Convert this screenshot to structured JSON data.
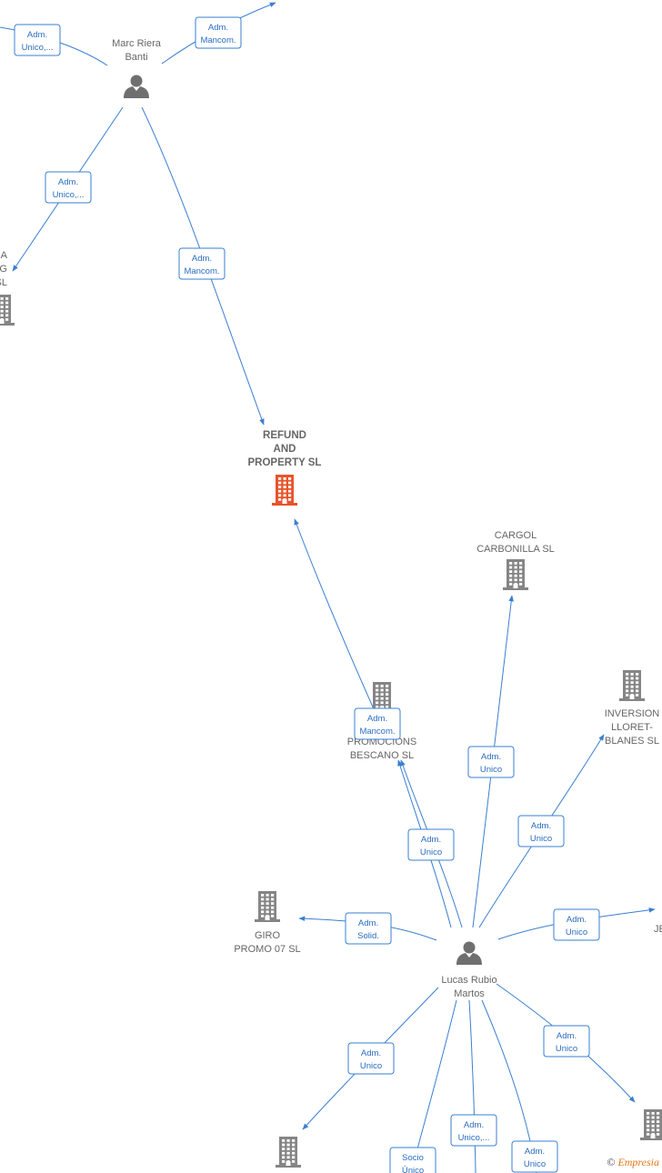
{
  "colors": {
    "edge": "#3a7fd0",
    "company": "#858585",
    "main_company": "#e8542a",
    "person": "#6f6f6f"
  },
  "nodes": [
    {
      "id": "marc",
      "kind": "person",
      "label": [
        "Marc Riera",
        "Banti"
      ]
    },
    {
      "id": "refund",
      "kind": "main-company",
      "label": [
        "REFUND",
        "AND",
        "PROPERTY  SL"
      ]
    },
    {
      "id": "cargol",
      "kind": "company",
      "label": [
        "CARGOL",
        "CARBONILLA SL"
      ]
    },
    {
      "id": "promociones",
      "kind": "company",
      "label": [
        "PROMOCIONS",
        "BESCANO SL"
      ]
    },
    {
      "id": "inversion",
      "kind": "company",
      "label": [
        "INVERSION",
        "LLORET-",
        "BLANES  SL"
      ]
    },
    {
      "id": "giro",
      "kind": "company",
      "label": [
        "GIRO",
        "PROMO 07 SL"
      ]
    },
    {
      "id": "lucas",
      "kind": "person",
      "label": [
        "Lucas Rubio",
        "Martos"
      ]
    },
    {
      "id": "left_partial",
      "kind": "company",
      "label": [
        "A",
        "IG",
        "SL"
      ]
    },
    {
      "id": "right_partial",
      "kind": "company",
      "label": [
        "JE"
      ]
    },
    {
      "id": "bottom_right_co",
      "kind": "company",
      "label": []
    },
    {
      "id": "bottom_left_co",
      "kind": "company",
      "label": []
    }
  ],
  "edges": [
    {
      "id": "e1",
      "label": [
        "Adm.",
        "Unico,..."
      ]
    },
    {
      "id": "e2",
      "label": [
        "Adm.",
        "Mancom."
      ]
    },
    {
      "id": "e3",
      "label": [
        "Adm.",
        "Unico,..."
      ]
    },
    {
      "id": "e4",
      "label": [
        "Adm.",
        "Mancom."
      ]
    },
    {
      "id": "e5",
      "label": [
        "Adm.",
        "Mancom."
      ]
    },
    {
      "id": "e6",
      "label": [
        "Adm.",
        "Unico"
      ]
    },
    {
      "id": "e7",
      "label": [
        "Adm.",
        "Unico"
      ]
    },
    {
      "id": "e8",
      "label": [
        "Adm.",
        "Unico"
      ]
    },
    {
      "id": "e9",
      "label": [
        "Adm.",
        "Solid."
      ]
    },
    {
      "id": "e10",
      "label": [
        "Adm.",
        "Unico"
      ]
    },
    {
      "id": "e11",
      "label": [
        "Adm.",
        "Unico"
      ]
    },
    {
      "id": "e12",
      "label": [
        "Adm.",
        "Unico"
      ]
    },
    {
      "id": "e13",
      "label": [
        "Socio",
        "Único"
      ]
    },
    {
      "id": "e14",
      "label": [
        "Adm.",
        "Unico,..."
      ]
    },
    {
      "id": "e15",
      "label": [
        "Adm.",
        "Unico"
      ]
    }
  ],
  "copyright": {
    "symbol": "©",
    "brand": "Empresia"
  }
}
